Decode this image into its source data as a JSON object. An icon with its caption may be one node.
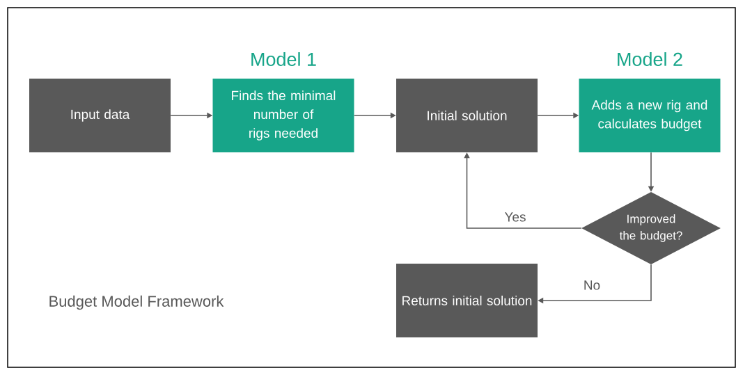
{
  "diagram": {
    "nodes": [
      {
        "text": [
          "Input data"
        ]
      },
      {
        "text": [
          "Model 1",
          "Finds the minimal number of rigs needed"
        ]
      },
      {
        "text": [
          "Initial solution"
        ]
      },
      {
        "text": [
          "Model 2",
          "Adds a new rig and calculates budget"
        ]
      },
      {
        "text": [
          "Improved the budget?"
        ]
      },
      {
        "text": [
          "Returns initial solution"
        ]
      }
    ],
    "edges": [
      {
        "from": 0,
        "to": 1,
        "arrow": "to"
      },
      {
        "from": 1,
        "to": 2,
        "arrow": "to"
      },
      {
        "from": 2,
        "to": 3,
        "arrow": "to"
      },
      {
        "from": 3,
        "to": 4,
        "arrow": "to"
      },
      {
        "from": 4,
        "to": 2,
        "arrow": "to",
        "label": "Yes"
      },
      {
        "from": 4,
        "to": 5,
        "arrow": "to",
        "label": "No"
      }
    ],
    "labels": [
      "Budget Model Framework"
    ]
  }
}
